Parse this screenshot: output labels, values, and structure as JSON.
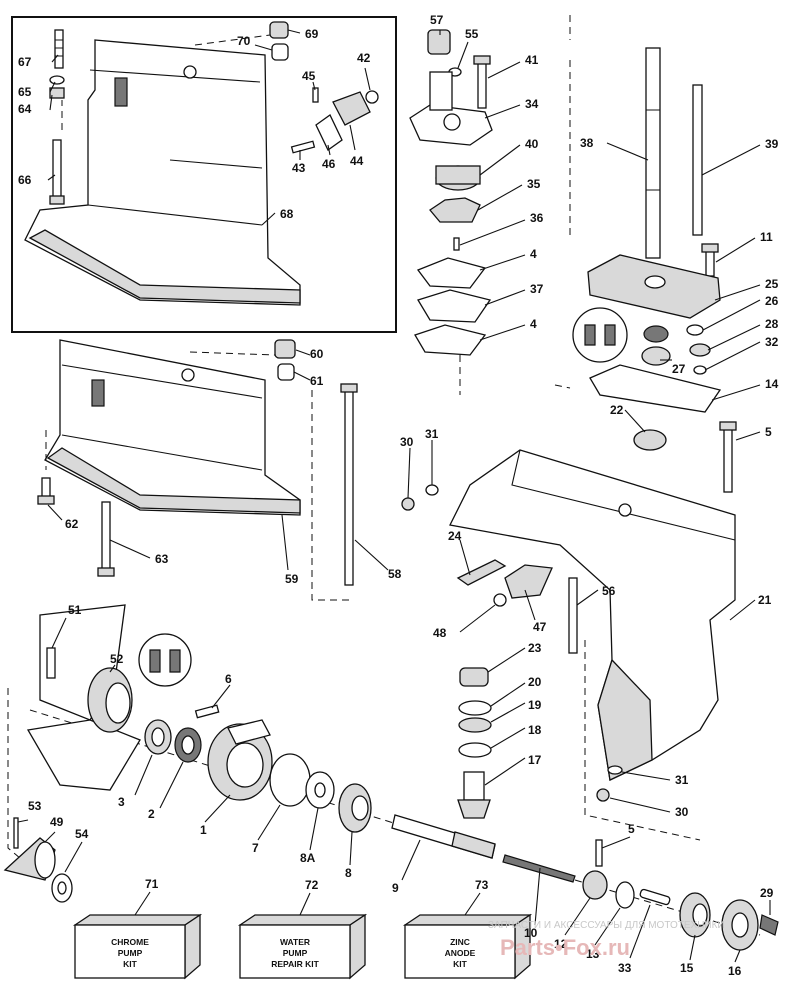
{
  "labels": {
    "l1": "1",
    "l2": "2",
    "l3": "3",
    "l4a": "4",
    "l4b": "4",
    "l5a": "5",
    "l5b": "5",
    "l6": "6",
    "l7": "7",
    "l8": "8",
    "l8a": "8A",
    "l9": "9",
    "l10": "10",
    "l11": "11",
    "l12": "12",
    "l13": "13",
    "l14": "14",
    "l15": "15",
    "l16": "16",
    "l17": "17",
    "l18": "18",
    "l19": "19",
    "l20": "20",
    "l21": "21",
    "l22": "22",
    "l23": "23",
    "l24": "24",
    "l25": "25",
    "l26": "26",
    "l27": "27",
    "l28": "28",
    "l29": "29",
    "l30a": "30",
    "l30b": "30",
    "l31a": "31",
    "l31b": "31",
    "l32": "32",
    "l33": "33",
    "l34": "34",
    "l35": "35",
    "l36": "36",
    "l37": "37",
    "l38": "38",
    "l39": "39",
    "l40": "40",
    "l41": "41",
    "l42": "42",
    "l43": "43",
    "l44": "44",
    "l45": "45",
    "l46": "46",
    "l47": "47",
    "l48": "48",
    "l49": "49",
    "l51": "51",
    "l52": "52",
    "l53": "53",
    "l54": "54",
    "l55": "55",
    "l56": "56",
    "l57": "57",
    "l58": "58",
    "l59": "59",
    "l60": "60",
    "l61": "61",
    "l62": "62",
    "l63": "63",
    "l64": "64",
    "l65": "65",
    "l66": "66",
    "l67": "67",
    "l68": "68",
    "l69": "69",
    "l70": "70",
    "l71": "71",
    "l72": "72",
    "l73": "73"
  },
  "kits": {
    "chrome": [
      "CHROME",
      "PUMP",
      "KIT"
    ],
    "water": [
      "WATER",
      "PUMP",
      "REPAIR KIT"
    ],
    "zinc": [
      "ZINC",
      "ANODE",
      "KIT"
    ]
  },
  "watermark": {
    "text": "ЗАПЧАСТИ И АКСЕССУАРЫ ДЛЯ МОТОТЕХНИКИ",
    "brand": "Parts•Fox.ru"
  }
}
